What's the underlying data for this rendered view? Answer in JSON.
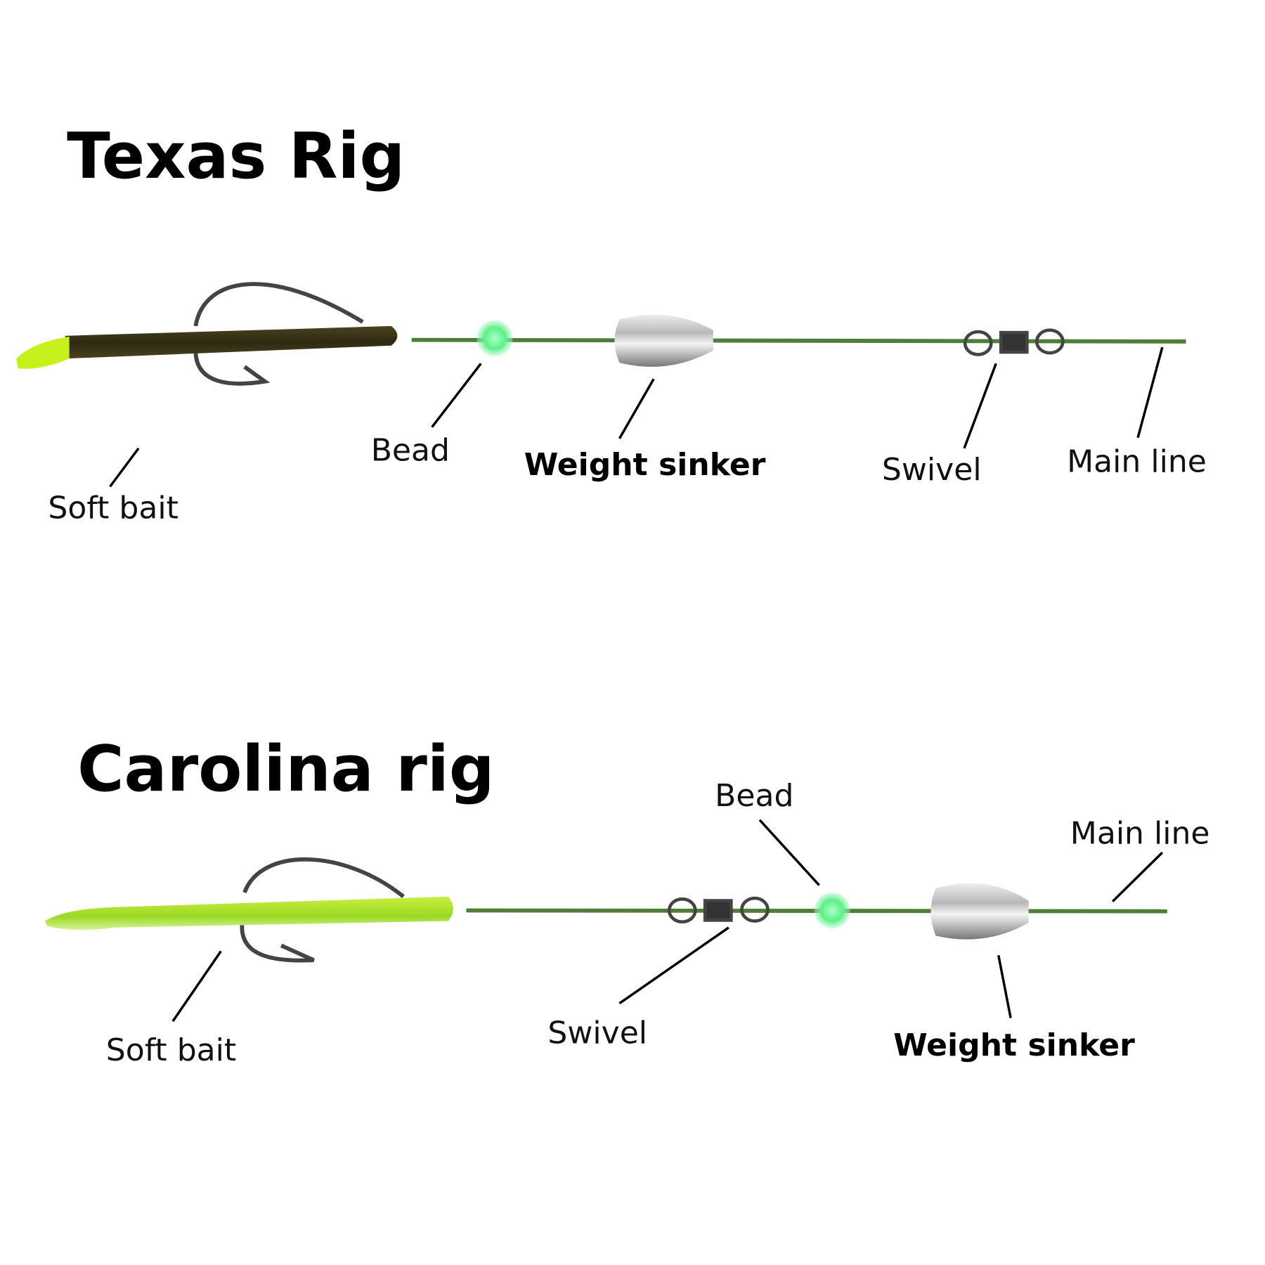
{
  "texas": {
    "title": "Texas Rig",
    "labels": {
      "soft_bait": "Soft bait",
      "bead": "Bead",
      "weight_sinker": "Weight sinker",
      "swivel": "Swivel",
      "main_line": "Main line"
    }
  },
  "carolina": {
    "title": "Carolina rig",
    "labels": {
      "bead": "Bead",
      "main_line": "Main line",
      "soft_bait": "Soft bait",
      "swivel": "Swivel",
      "weight_sinker": "Weight sinker"
    }
  },
  "colors": {
    "line": "#4f7d3a",
    "bead": "#5cf08a",
    "texas_bait": "#3b3419",
    "bait_tail": "#c6f21c",
    "carolina_bait": "#a8e22a"
  }
}
